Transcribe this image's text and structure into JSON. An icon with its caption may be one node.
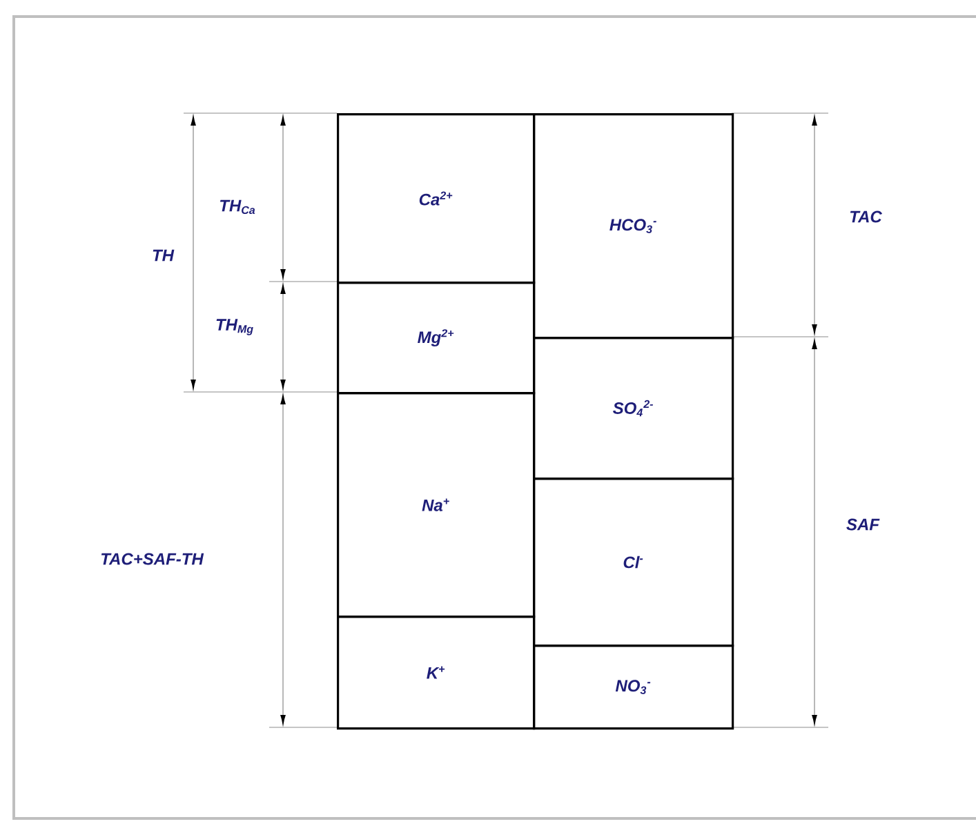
{
  "diagram": {
    "nodes": [
      {
        "text": [
          "Ca$^{2+}$"
        ]
      },
      {
        "text": [
          "Mg$^{2+}$"
        ]
      },
      {
        "text": [
          "Na$^{+}$"
        ]
      },
      {
        "text": [
          "K$^{+}$"
        ]
      },
      {
        "text": [
          "HCO$_{3}$$^{-}$"
        ]
      },
      {
        "text": [
          "SO$_{4}$$^{2-}$"
        ]
      },
      {
        "text": [
          "Cl$^{-}$"
        ]
      },
      {
        "text": [
          "NO$_{3}$$^{-}$"
        ]
      }
    ],
    "labels": [
      "TH",
      "TH$_{Ca}$",
      "TAC",
      "TH$_{Mg}$",
      "SAF",
      "TAC+SAF-TH"
    ]
  }
}
